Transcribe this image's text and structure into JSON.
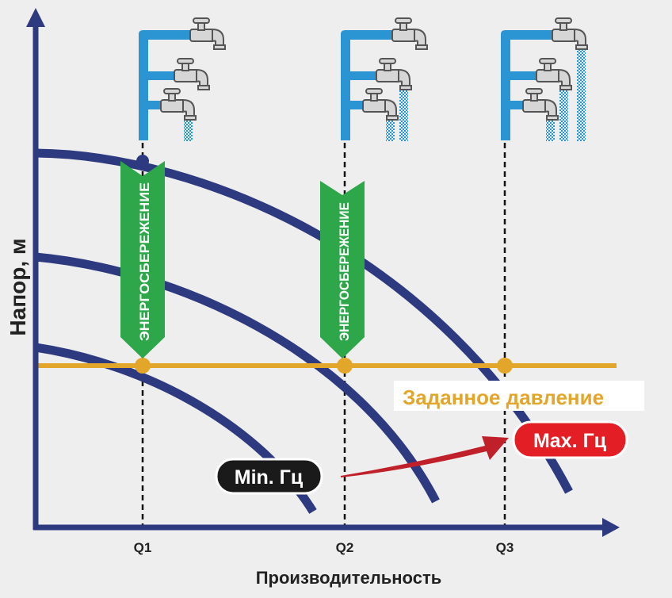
{
  "axes": {
    "y_label": "Напор, м",
    "x_label": "Производительность",
    "ticks": [
      "Q1",
      "Q2",
      "Q3"
    ]
  },
  "setpoint_label": "Заданное давление",
  "energy_saving_label": "ЭНЕРГОСБЕРЕЖЕНИЕ",
  "min_label": "Min. Гц",
  "max_label": "Max. Гц",
  "open_taps": [
    1,
    2,
    3
  ],
  "colors": {
    "curve": "#2e3a80",
    "setpoint": "#e2a72a",
    "saving": "#2ea64a",
    "pipe": "#2b95d4",
    "max": "#e31e24",
    "min": "#1a1a1a"
  }
}
